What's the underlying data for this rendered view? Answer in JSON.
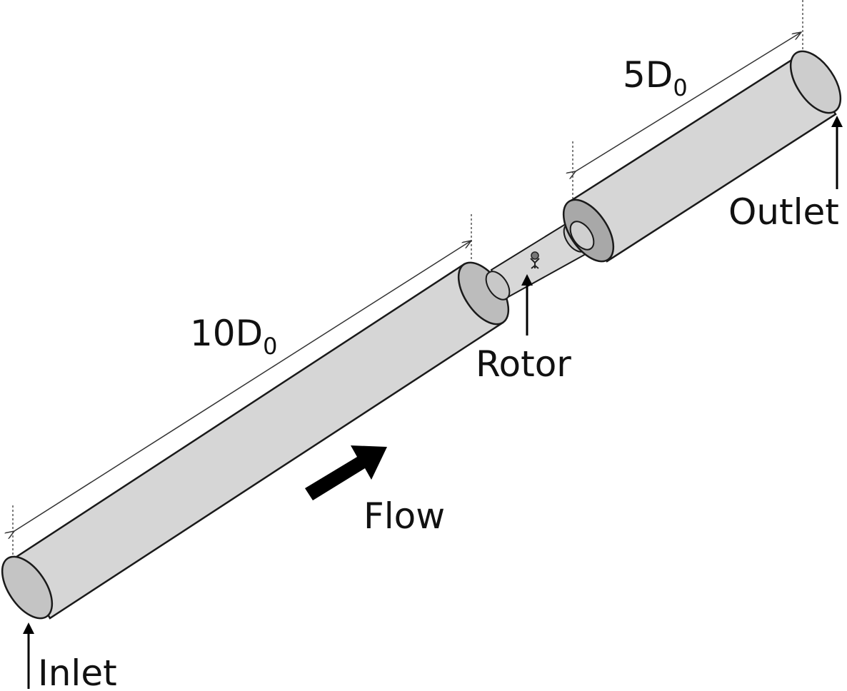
{
  "labels": {
    "upstream_length": "10D",
    "upstream_length_sub": "0",
    "downstream_length": "5D",
    "downstream_length_sub": "0",
    "rotor": "Rotor",
    "flow": "Flow",
    "inlet": "Inlet",
    "outlet": "Outlet"
  },
  "colors": {
    "pipe_body": "#d6d6d6",
    "pipe_end": "#bfbfbf",
    "outline": "#1a1a1a",
    "arrow": "#000000"
  }
}
